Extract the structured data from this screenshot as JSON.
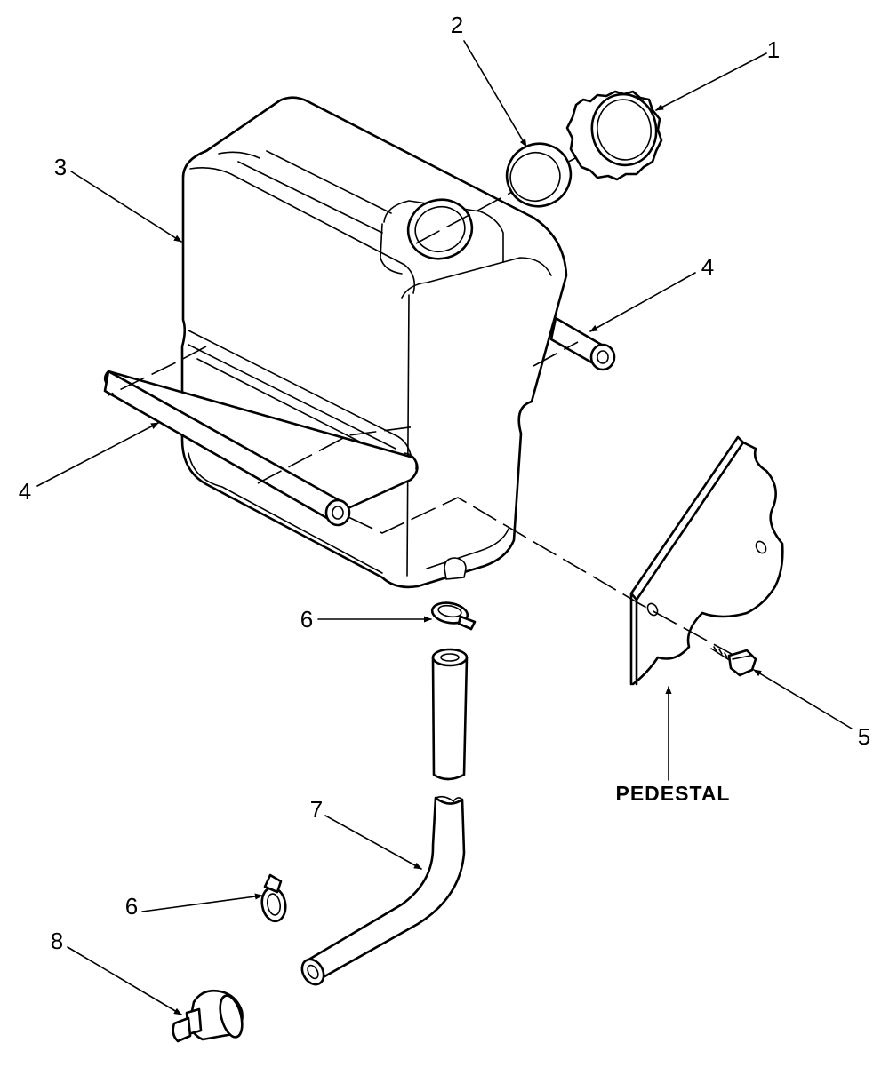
{
  "callouts": {
    "c1": "1",
    "c2": "2",
    "c3": "3",
    "c4a": "4",
    "c4b": "4",
    "c5": "5",
    "c6a": "6",
    "c6b": "6",
    "c7": "7",
    "c8": "8"
  },
  "labels": {
    "pedestal": "PEDESTAL"
  }
}
